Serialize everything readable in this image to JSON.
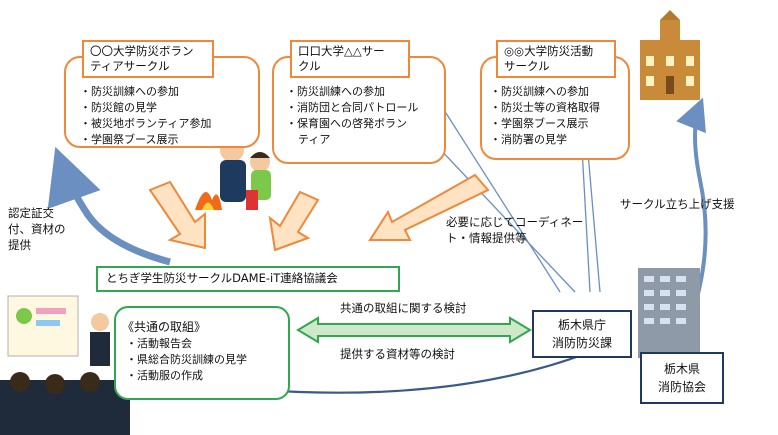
{
  "circles": [
    {
      "title_lines": [
        "〇〇大学防災ボラン",
        "ティアサークル"
      ],
      "items": [
        "防災訓練への参加",
        "防災館の見学",
        "被災地ボランティア参加",
        "学園祭ブース展示"
      ]
    },
    {
      "title_lines": [
        "口口大学△△サー",
        "クル"
      ],
      "items": [
        "防災訓練への参加",
        "消防団と合同パトロール",
        "保育園への啓発ボラン",
        "ティア"
      ]
    },
    {
      "title_lines": [
        "◎◎大学防災活動",
        "サークル"
      ],
      "items": [
        "防災訓練への参加",
        "防災士等の資格取得",
        "学園祭ブース展示",
        "消防署の見学"
      ]
    }
  ],
  "council": {
    "name": "とちぎ学生防災サークルDAME-iT連絡協議会",
    "joint_heading": "《共通の取組》",
    "joint_items": [
      "活動報告会",
      "県総合防災訓練の見学",
      "活動服の作成"
    ]
  },
  "left_note": [
    "認定証交",
    "付、資材の",
    "提供"
  ],
  "coordinate_note": [
    "必要に応じてコーディネー",
    "ト・情報提供等"
  ],
  "support_note": "サークル立ち上げ支援",
  "exchange_top": "共通の取組に関する検討",
  "exchange_bottom": "提供する資材等の検討",
  "prefecture_office": [
    "栃木県庁",
    "消防防災課"
  ],
  "fire_association": [
    "栃木県",
    "消防協会"
  ],
  "colors": {
    "orange": "#f0883a",
    "green": "#2fa84f",
    "navy": "#1f3a5f",
    "arrow_blue": "#6a8fc0"
  }
}
